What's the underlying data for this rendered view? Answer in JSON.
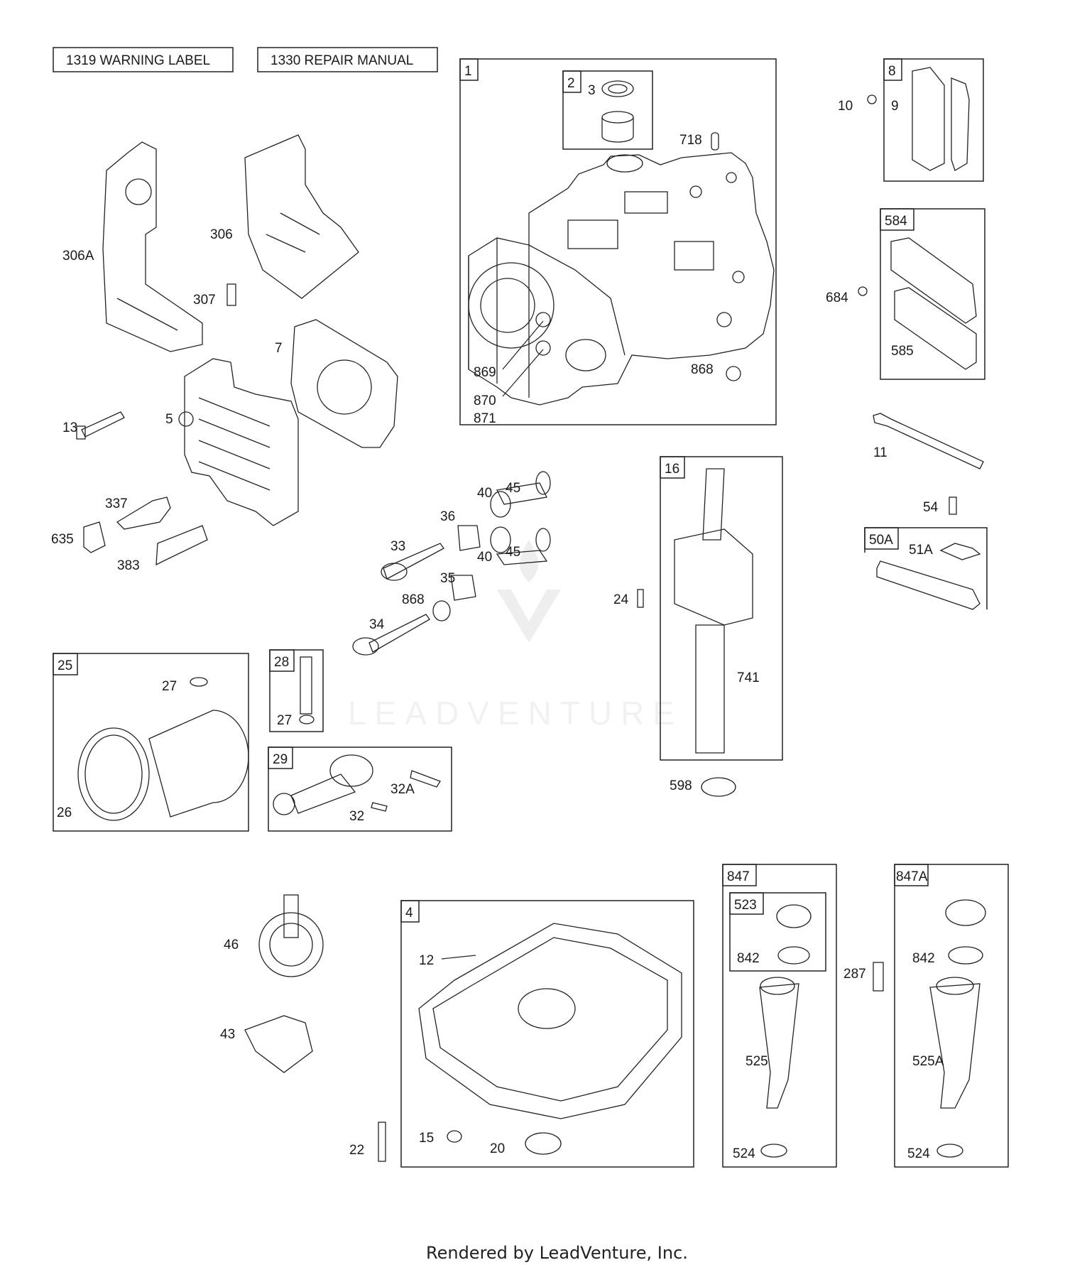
{
  "header": {
    "warning_label": "1319 WARNING LABEL",
    "repair_manual": "1330 REPAIR MANUAL"
  },
  "boxes": {
    "b1": "1",
    "b2": "2",
    "b8": "8",
    "b584": "584",
    "b16": "16",
    "b50A": "50A",
    "b25": "25",
    "b28": "28",
    "b29": "29",
    "b4": "4",
    "b847": "847",
    "b523": "523",
    "b847A": "847A"
  },
  "labels": {
    "l3": "3",
    "l718": "718",
    "l869": "869",
    "l870": "870",
    "l871": "871",
    "l868a": "868",
    "l10": "10",
    "l9": "9",
    "l684": "684",
    "l585": "585",
    "l11": "11",
    "l54": "54",
    "l51A": "51A",
    "l306A": "306A",
    "l306": "306",
    "l307": "307",
    "l7": "7",
    "l13": "13",
    "l5": "5",
    "l337": "337",
    "l635": "635",
    "l383": "383",
    "l40a": "40",
    "l45a": "45",
    "l36": "36",
    "l33": "33",
    "l40b": "40",
    "l45b": "45",
    "l35": "35",
    "l868b": "868",
    "l34": "34",
    "l24": "24",
    "l741": "741",
    "l598": "598",
    "l27a": "27",
    "l26": "26",
    "l27b": "27",
    "l32A": "32A",
    "l32": "32",
    "l46": "46",
    "l43": "43",
    "l22": "22",
    "l12": "12",
    "l15": "15",
    "l20": "20",
    "l842a": "842",
    "l525": "525",
    "l524a": "524",
    "l287": "287",
    "l842b": "842",
    "l525A": "525A",
    "l524b": "524"
  },
  "watermark": "LEADVENTURE",
  "footer": "Rendered by LeadVenture, Inc."
}
